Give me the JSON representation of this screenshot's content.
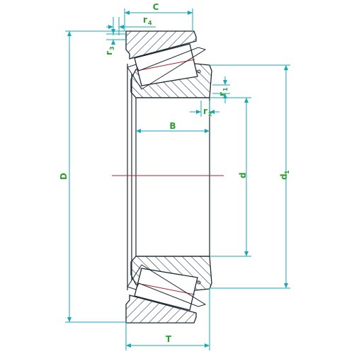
{
  "diagram": {
    "colors": {
      "outline": "#1a2a33",
      "hatch": "#1a2a33",
      "dimension": "#16a7b5",
      "label": "#2e9e2e",
      "axis": "#b0222a"
    },
    "labels": {
      "C": "C",
      "r4": "r",
      "r4_sub": "4",
      "r3": "r",
      "r3_sub": "3",
      "r1": "r",
      "r1_sub": "1",
      "r2": "r",
      "r2_sub": "2",
      "B": "B",
      "D": "D",
      "d": "d",
      "d1": "d",
      "d1_sub": "1",
      "T": "T"
    }
  }
}
